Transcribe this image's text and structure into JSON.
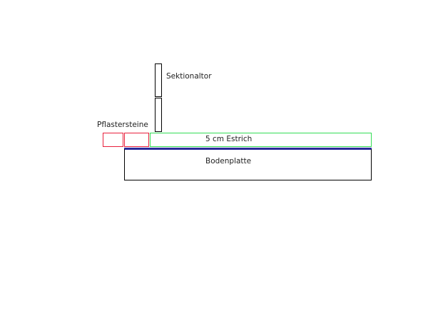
{
  "labels": {
    "door": "Sektionaltor",
    "pavers": "Pflastersteine",
    "screed": "5 cm Estrich",
    "slab": "Bodenplatte"
  },
  "colors": {
    "door": "#000000",
    "pavers": "#e8203c",
    "screed": "#33dd55",
    "membrane": "#2a2a9a",
    "slab": "#000000"
  }
}
